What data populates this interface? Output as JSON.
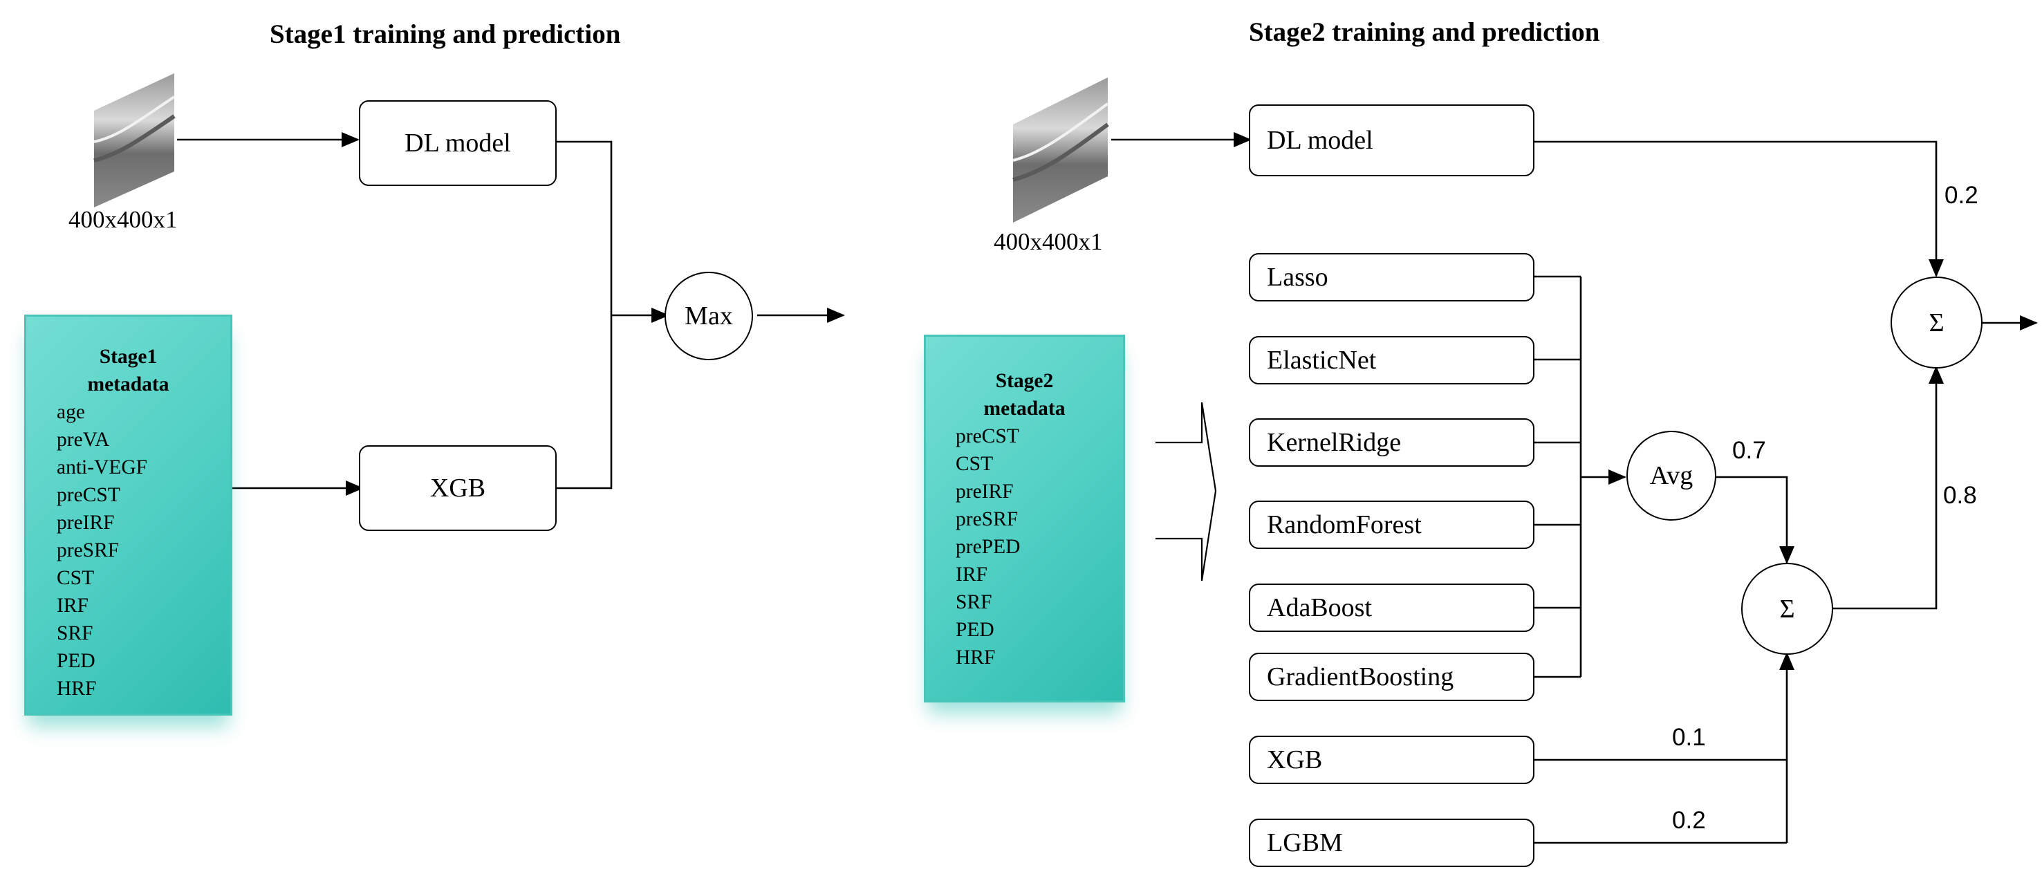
{
  "stage1": {
    "title": "Stage1 training and prediction",
    "image_dims": "400x400x1",
    "dl_model": "DL model",
    "xgb": "XGB",
    "max": "Max",
    "metadata": {
      "heading_line1": "Stage1",
      "heading_line2": "metadata",
      "items": [
        "age",
        "preVA",
        "anti-VEGF",
        "preCST",
        "preIRF",
        "preSRF",
        "CST",
        "IRF",
        "SRF",
        "PED",
        "HRF"
      ]
    }
  },
  "stage2": {
    "title": "Stage2 training and prediction",
    "image_dims": "400x400x1",
    "dl_model": "DL model",
    "metadata": {
      "heading_line1": "Stage2",
      "heading_line2": "metadata",
      "items": [
        "preCST",
        "CST",
        "preIRF",
        "preSRF",
        "prePED",
        "IRF",
        "SRF",
        "PED",
        "HRF"
      ]
    },
    "models": [
      "Lasso",
      "ElasticNet",
      "KernelRidge",
      "RandomForest",
      "AdaBoost",
      "GradientBoosting"
    ],
    "xgb": "XGB",
    "lgbm": "LGBM",
    "avg": "Avg",
    "sum_symbol": "Σ",
    "weights": {
      "dl": "0.2",
      "avg": "0.7",
      "ensemble": "0.8",
      "xgb": "0.1",
      "lgbm": "0.2"
    }
  }
}
